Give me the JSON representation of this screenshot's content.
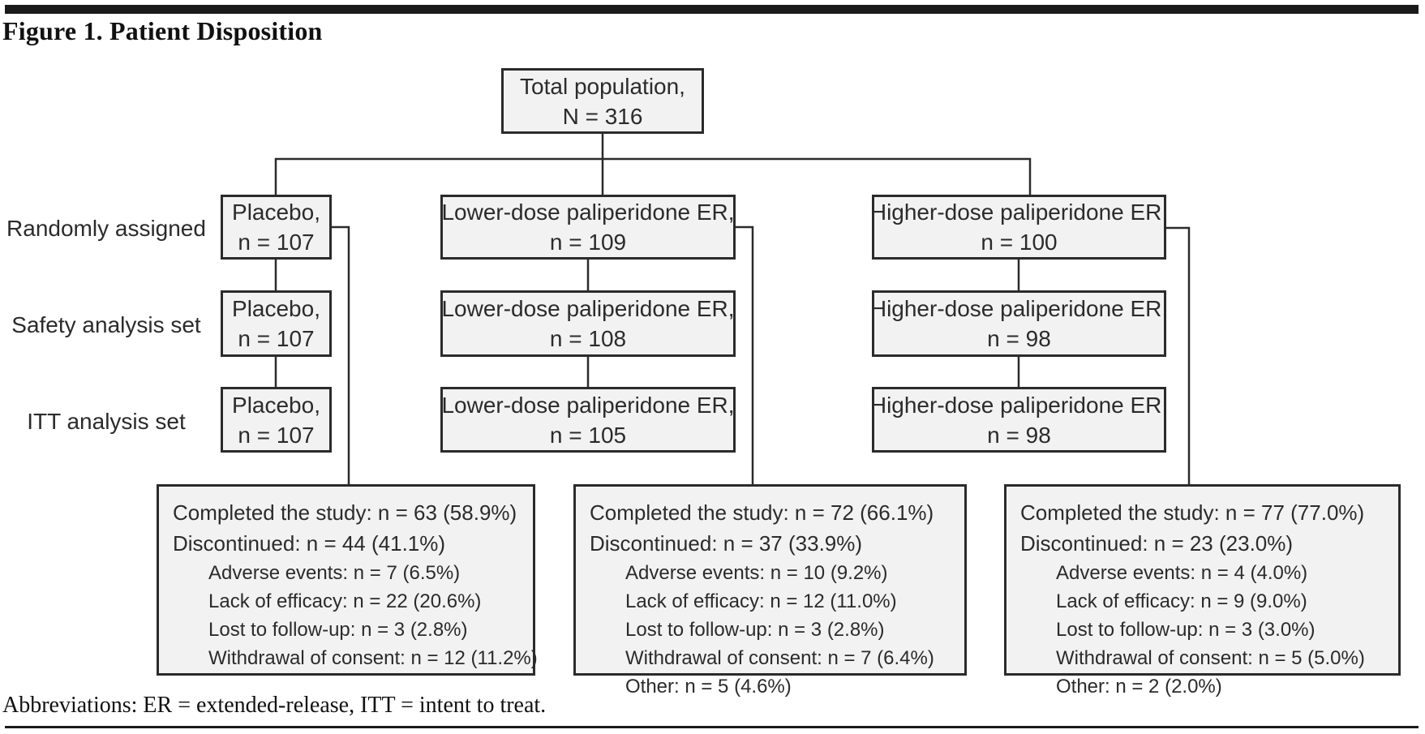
{
  "figure": {
    "title": "Figure 1. Patient Disposition",
    "footnote": "Abbreviations: ER = extended-release, ITT = intent to treat."
  },
  "total_box": {
    "line1": "Total population,",
    "line2": "N = 316"
  },
  "row_labels": [
    "Randomly assigned",
    "Safety analysis set",
    "ITT analysis set"
  ],
  "columns": [
    {
      "name": "placebo",
      "randomized": {
        "line1": "Placebo,",
        "line2": "n = 107"
      },
      "safety": {
        "line1": "Placebo,",
        "line2": "n = 107"
      },
      "itt": {
        "line1": "Placebo,",
        "line2": "n = 107"
      },
      "outcome": {
        "completed": "Completed the study: n = 63 (58.9%)",
        "discontinued": "Discontinued: n = 44 (41.1%)",
        "reasons": [
          "Adverse events: n = 7 (6.5%)",
          "Lack of efficacy: n = 22 (20.6%)",
          "Lost to follow-up: n = 3 (2.8%)",
          "Withdrawal of consent: n = 12 (11.2%)"
        ]
      }
    },
    {
      "name": "lower-dose",
      "randomized": {
        "line1": "Lower-dose paliperidone ER,",
        "line2": "n = 109"
      },
      "safety": {
        "line1": "Lower-dose paliperidone ER,",
        "line2": "n = 108"
      },
      "itt": {
        "line1": "Lower-dose paliperidone ER,",
        "line2": "n = 105"
      },
      "outcome": {
        "completed": "Completed the study: n = 72 (66.1%)",
        "discontinued": "Discontinued: n = 37 (33.9%)",
        "reasons": [
          "Adverse events: n = 10 (9.2%)",
          "Lack of efficacy: n = 12 (11.0%)",
          "Lost to follow-up: n = 3 (2.8%)",
          "Withdrawal of consent: n = 7 (6.4%)",
          "Other: n = 5 (4.6%)"
        ]
      }
    },
    {
      "name": "higher-dose",
      "randomized": {
        "line1": "Higher-dose paliperidone ER,",
        "line2": "n = 100"
      },
      "safety": {
        "line1": "Higher-dose paliperidone ER,",
        "line2": "n = 98"
      },
      "itt": {
        "line1": "Higher-dose paliperidone ER,",
        "line2": "n = 98"
      },
      "outcome": {
        "completed": "Completed the study: n = 77 (77.0%)",
        "discontinued": "Discontinued: n = 23 (23.0%)",
        "reasons": [
          "Adverse events: n = 4 (4.0%)",
          "Lack of efficacy: n = 9 (9.0%)",
          "Lost to follow-up: n = 3 (3.0%)",
          "Withdrawal of consent: n = 5 (5.0%)",
          "Other: n = 2 (2.0%)"
        ]
      }
    }
  ],
  "colors": {
    "box_fill": "#f2f2f2",
    "box_border": "#2b2b2b",
    "line": "#2b2b2b",
    "text": "#231f20",
    "bar": "#1a1a1a"
  }
}
